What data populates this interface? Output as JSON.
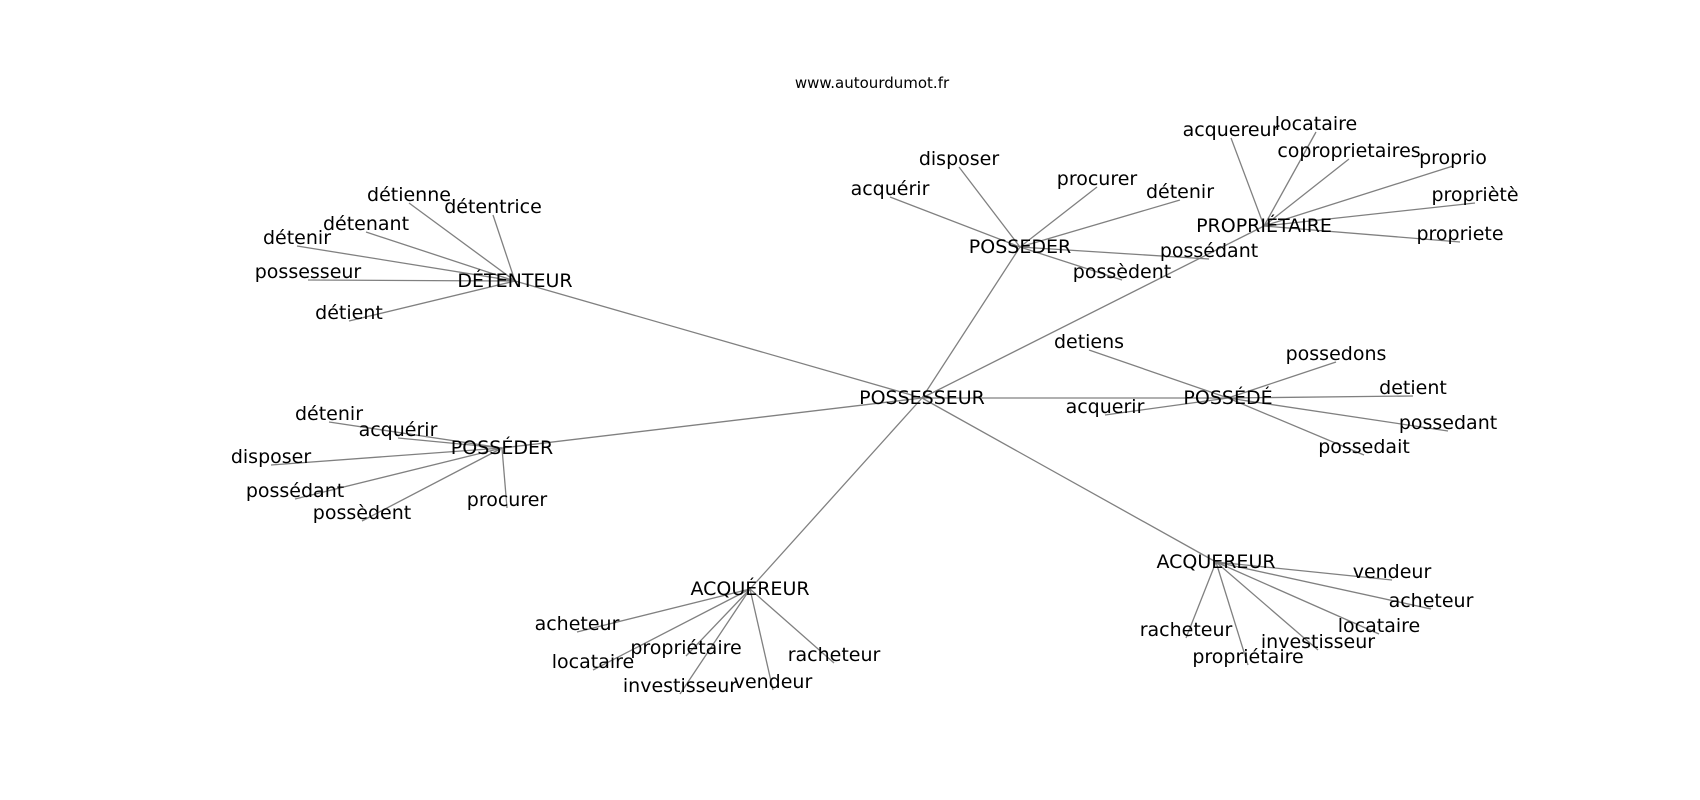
{
  "source": "www.autourdumot.fr",
  "colors": {
    "edge": "#808080",
    "text": "#000000",
    "background": "#ffffff"
  },
  "center": "POSSESSEUR",
  "clusters": [
    {
      "hub": "DÉTENTEUR",
      "leaves": [
        "détienne",
        "détentrice",
        "détenant",
        "détenir",
        "possesseur",
        "détient"
      ]
    },
    {
      "hub": "POSSEDER",
      "leaves": [
        "disposer",
        "acquérir",
        "procurer",
        "détenir",
        "possédant",
        "possèdent"
      ]
    },
    {
      "hub": "PROPRIÉTAIRE",
      "leaves": [
        "acquereur",
        "locataire",
        "coproprietaires",
        "proprio",
        "propriètè",
        "propriete"
      ]
    },
    {
      "hub": "POSSÉDÉ",
      "leaves": [
        "detiens",
        "possedons",
        "detient",
        "acquerir",
        "possedant",
        "possedait"
      ]
    },
    {
      "hub": "POSSÉDER",
      "leaves": [
        "détenir",
        "acquérir",
        "disposer",
        "possédant",
        "possèdent",
        "procurer"
      ]
    },
    {
      "hub": "ACQUÉREUR",
      "leaves": [
        "acheteur",
        "locataire",
        "propriétaire",
        "investisseur",
        "vendeur",
        "racheteur"
      ]
    },
    {
      "hub": "ACQUEREUR",
      "leaves": [
        "vendeur",
        "acheteur",
        "locataire",
        "racheteur",
        "investisseur",
        "propriétaire"
      ]
    }
  ]
}
